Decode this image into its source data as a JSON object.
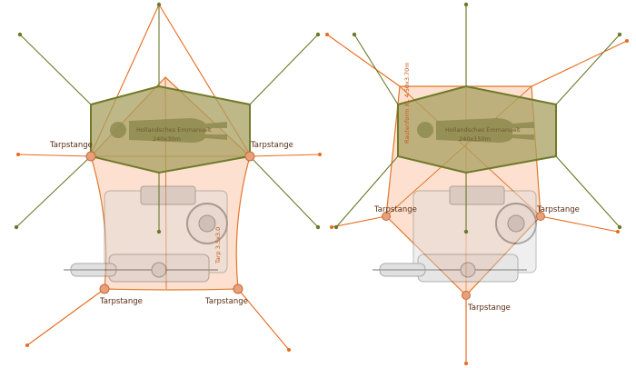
{
  "labels": {
    "tarpstange": "Tarpstange",
    "hammock_name": "Hollandsches Emmanuelt",
    "hammock_size": "240x30m",
    "hammock_size_right": "240x150m",
    "tarp_vertical_left": "Tarp 3.5x3.0",
    "tarp_vertical_right": "Rautenform XL 4.50x3.70m"
  },
  "colors": {
    "hammock_fill": "#a8a060",
    "hammock_stroke": "#6f7a2a",
    "tarp_fill": "#fbc7a8",
    "tarp_stroke": "#e0782c",
    "guyline_green": "#6a7a2a",
    "guyline_orange": "#e86a1c",
    "pole_fill": "#e8a07a"
  },
  "icons": [
    "motorcycle-with-sidecar-icon",
    "person-silhouette-icon",
    "tarp-pole-icon"
  ]
}
